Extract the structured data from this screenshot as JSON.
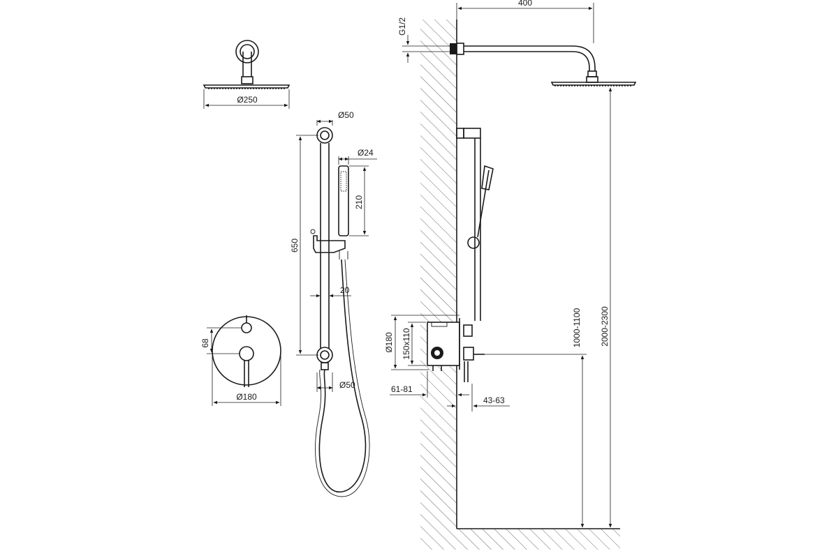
{
  "dimensions": {
    "head_diameter": "Ø250",
    "rail_top_diameter": "Ø50",
    "handshower_diameter": "Ø24",
    "handshower_length": "210",
    "rail_length": "650",
    "rail_width": "20",
    "rail_bottom_diameter": "Ø50",
    "plate_diameter": "Ø180",
    "handles_spacing": "68",
    "arm_length": "400",
    "thread": "G1/2",
    "box_diameter": "Ø180",
    "box_size": "150x110",
    "box_depth": "61-81",
    "plate_projection": "43-63",
    "mixer_height": "1000-1100",
    "head_height": "2000-2300"
  },
  "colors": {
    "line": "#1a1a1a",
    "background": "#ffffff"
  }
}
